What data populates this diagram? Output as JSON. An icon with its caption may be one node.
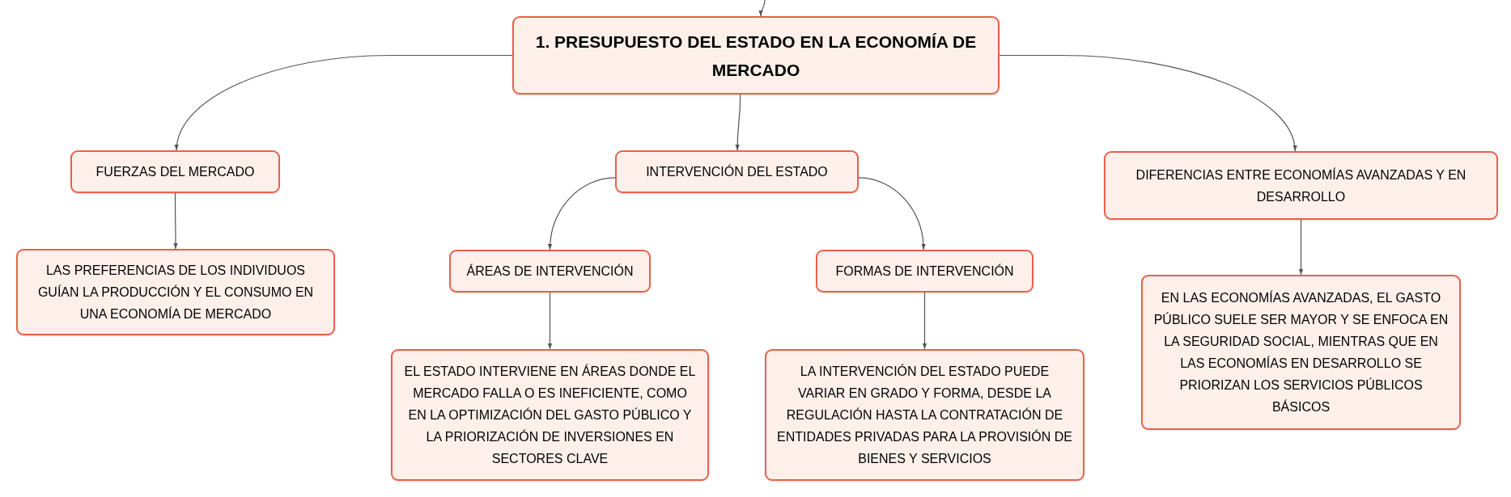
{
  "diagram": {
    "nodes": [
      {
        "text": [
          "1. PRESUPUESTO DEL ESTADO EN LA ECONOMÍA DE MERCADO"
        ]
      },
      {
        "text": [
          "FUERZAS DEL MERCADO"
        ]
      },
      {
        "text": [
          "INTERVENCIÓN DEL ESTADO"
        ]
      },
      {
        "text": [
          "DIFERENCIAS ENTRE ECONOMÍAS AVANZADAS Y EN DESARROLLO"
        ]
      },
      {
        "text": [
          "LAS PREFERENCIAS DE LOS INDIVIDUOS GUÍAN LA PRODUCCIÓN Y EL CONSUMO EN UNA ECONOMÍA DE MERCADO"
        ]
      },
      {
        "text": [
          "ÁREAS DE INTERVENCIÓN"
        ]
      },
      {
        "text": [
          "FORMAS DE INTERVENCIÓN"
        ]
      },
      {
        "text": [
          "EN LAS ECONOMÍAS AVANZADAS, EL GASTO PÚBLICO SUELE SER MAYOR Y SE ENFOCA EN LA SEGURIDAD SOCIAL, MIENTRAS QUE EN LAS ECONOMÍAS EN DESARROLLO SE PRIORIZAN LOS SERVICIOS PÚBLICOS BÁSICOS"
        ]
      },
      {
        "text": [
          "EL ESTADO INTERVIENE EN ÁREAS DONDE EL MERCADO FALLA O ES INEFICIENTE, COMO EN LA OPTIMIZACIÓN DEL GASTO PÚBLICO Y LA PRIORIZACIÓN DE INVERSIONES EN SECTORES CLAVE"
        ]
      },
      {
        "text": [
          "LA INTERVENCIÓN DEL ESTADO PUEDE VARIAR EN GRADO Y FORMA, DESDE LA REGULACIÓN HASTA LA CONTRATACIÓN DE ENTIDADES PRIVADAS PARA LA PROVISIÓN DE BIENES Y SERVICIOS"
        ]
      }
    ],
    "edges": [
      {
        "from": null,
        "to": 0,
        "arrow": "to"
      },
      {
        "from": 0,
        "to": 1,
        "arrow": "to"
      },
      {
        "from": 0,
        "to": 2,
        "arrow": "to"
      },
      {
        "from": 0,
        "to": 3,
        "arrow": "to"
      },
      {
        "from": 2,
        "to": 5,
        "arrow": "to"
      },
      {
        "from": 2,
        "to": 6,
        "arrow": "to"
      },
      {
        "from": 1,
        "to": 4,
        "arrow": "to"
      },
      {
        "from": 5,
        "to": 8,
        "arrow": "to"
      },
      {
        "from": 6,
        "to": 9,
        "arrow": "to"
      },
      {
        "from": 3,
        "to": 7,
        "arrow": "to"
      }
    ]
  }
}
